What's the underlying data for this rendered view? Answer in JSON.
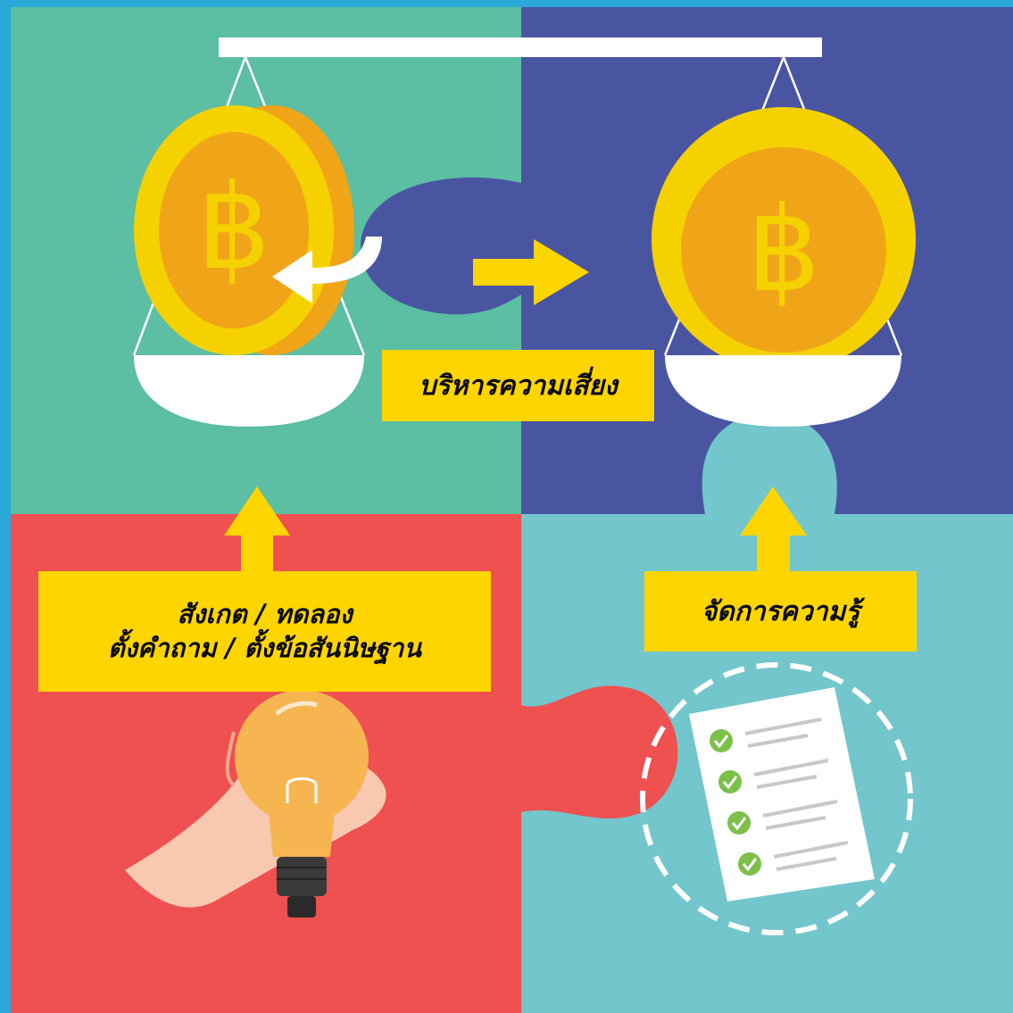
{
  "labels": {
    "risk": "บริหารความเสี่ยง",
    "observe_line1": "สังเกต / ทดลอง",
    "observe_line2": "ตั้งคำถาม /  ตั้งข้อสันนิษฐาน",
    "knowledge": "จัดการความรู้"
  },
  "coins": {
    "left_symbol": "฿",
    "right_symbol": "฿"
  },
  "colors": {
    "frame": "#2aa8d8",
    "green_piece": "#5cbea2",
    "indigo_piece": "#4a55a2",
    "red_piece": "#ef5050",
    "teal_piece": "#72c6cc",
    "label_yellow": "#ffd500",
    "coin_gold": "#f6d100",
    "coin_orange": "#f0a418"
  },
  "icons": [
    "balance-scale-icon",
    "coin-icon",
    "arrow-right-icon",
    "curved-arrow-icon",
    "arrow-up-icon",
    "lightbulb-icon",
    "hand-icon",
    "checklist-icon"
  ]
}
